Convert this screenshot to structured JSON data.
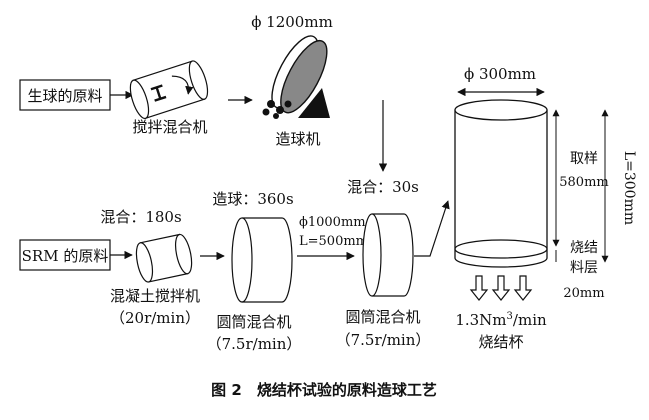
{
  "caption": "图 2　烧结杯试验的原料造球工艺",
  "top_row": {
    "raw_material": "生球的原料",
    "mixer_label": "搅拌混合机",
    "pelletizer_diameter": "ϕ 1200mm",
    "pelletizer_label": "造球机"
  },
  "bottom_row": {
    "raw_material": "SRM 的原料",
    "mix1_time": "混合：180s",
    "mixer_label": "混凝土搅拌机",
    "mixer_speed": "（20r/min）",
    "pellet_time": "造球：360s",
    "drum1_label": "圆筒混合机",
    "drum1_speed": "（7.5r/min）",
    "drum_dim_diameter": "ϕ1000mm",
    "drum_dim_length": "L=500mm",
    "mix2_time": "混合：30s",
    "drum2_label": "圆筒混合机",
    "drum2_speed": "（7.5r/min）"
  },
  "sinter_pot": {
    "diameter": "ϕ 300mm",
    "height_label": "L=300mm",
    "sample_label": "取样",
    "sample_height": "580mm",
    "bed_label_1": "烧结",
    "bed_label_2": "料层",
    "bed_height": "20mm",
    "airflow_base": "1.3Nm",
    "airflow_sup": "3",
    "airflow_tail": "/min",
    "label": "烧结杯"
  }
}
